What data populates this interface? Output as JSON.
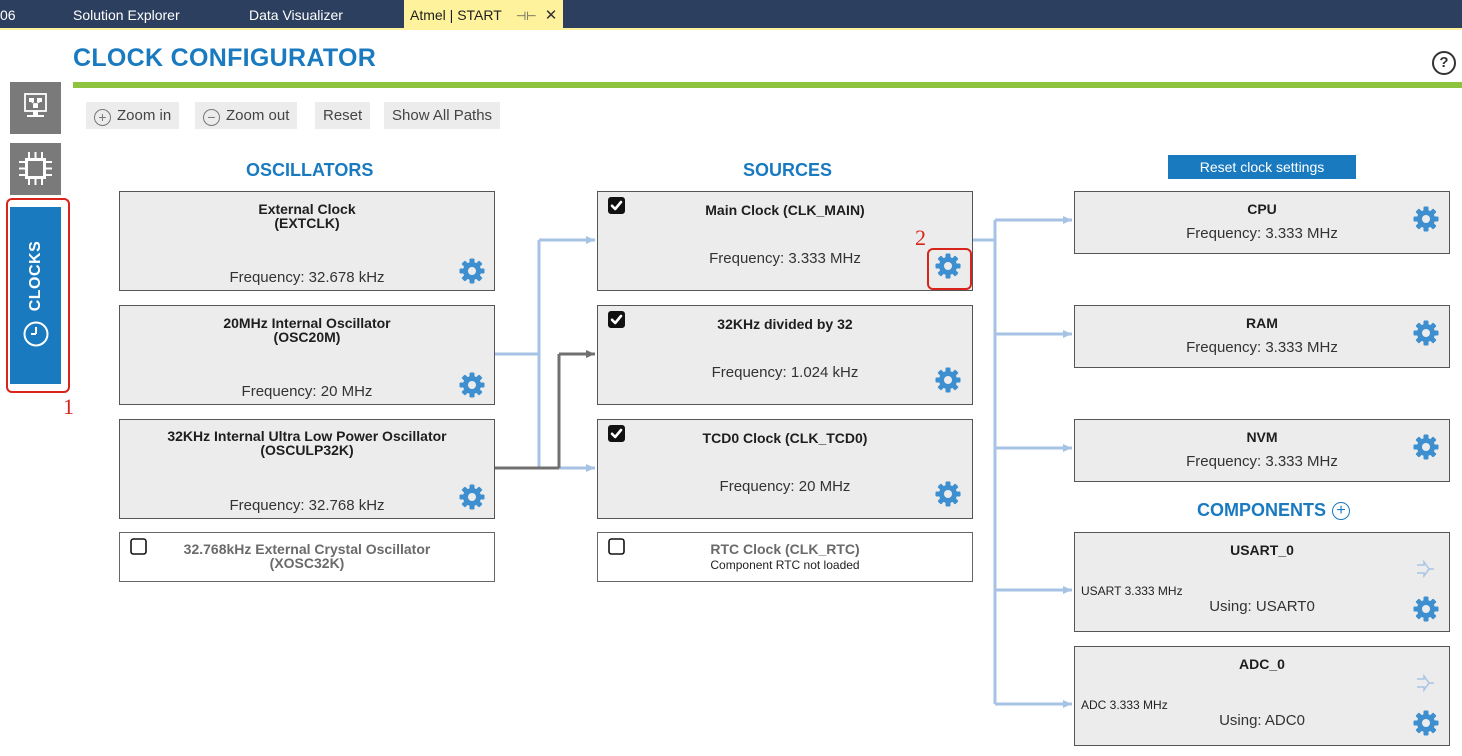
{
  "tabs": [
    {
      "label": "06"
    },
    {
      "label": "Solution Explorer"
    },
    {
      "label": "Data Visualizer"
    },
    {
      "label": "Atmel | START",
      "pin": "⊣⊢",
      "close": "✕"
    }
  ],
  "header": {
    "title": "CLOCK CONFIGURATOR",
    "help": "?"
  },
  "sidebar": {
    "clocks_label": "CLOCKS",
    "annotation": "1"
  },
  "toolbar": {
    "zoom_in": "Zoom in",
    "zoom_out": "Zoom out",
    "reset": "Reset",
    "show_all_paths": "Show All Paths"
  },
  "oscillators": {
    "heading": "OSCILLATORS",
    "items": [
      {
        "title": "External Clock",
        "subtitle": "(EXTCLK)",
        "freq": "Frequency: 32.678 kHz"
      },
      {
        "title": "20MHz Internal Oscillator",
        "subtitle": "(OSC20M)",
        "freq": "Frequency: 20 MHz"
      },
      {
        "title": "32KHz Internal Ultra Low Power Oscillator",
        "subtitle": "(OSCULP32K)",
        "freq": "Frequency: 32.768 kHz"
      },
      {
        "title": "32.768kHz External Crystal Oscillator",
        "subtitle": "(XOSC32K)",
        "checked": false
      }
    ]
  },
  "sources": {
    "heading": "SOURCES",
    "items": [
      {
        "title": "Main Clock (CLK_MAIN)",
        "freq": "Frequency: 3.333 MHz",
        "checked": true,
        "annotation": "2"
      },
      {
        "title": "32KHz divided by 32",
        "freq": "Frequency: 1.024 kHz",
        "checked": true
      },
      {
        "title": "TCD0 Clock (CLK_TCD0)",
        "freq": "Frequency: 20 MHz",
        "checked": true
      },
      {
        "title": "RTC Clock (CLK_RTC)",
        "note": "Component RTC not loaded",
        "checked": false
      }
    ]
  },
  "outputs": {
    "reset_button": "Reset clock settings",
    "items": [
      {
        "title": "CPU",
        "freq": "Frequency: 3.333 MHz"
      },
      {
        "title": "RAM",
        "freq": "Frequency: 3.333 MHz"
      },
      {
        "title": "NVM",
        "freq": "Frequency: 3.333 MHz"
      }
    ]
  },
  "components": {
    "heading": "COMPONENTS",
    "add": "+",
    "items": [
      {
        "title": "USART_0",
        "freq": "USART 3.333 MHz",
        "using": "Using: USART0"
      },
      {
        "title": "ADC_0",
        "freq": "ADC 3.333 MHz",
        "using": "Using: ADC0"
      }
    ]
  },
  "colors": {
    "accent": "#1a7ac0",
    "green": "#8dc33f",
    "path": "#a6c2e4",
    "active_path": "#707070",
    "annotation": "#d9241c"
  }
}
